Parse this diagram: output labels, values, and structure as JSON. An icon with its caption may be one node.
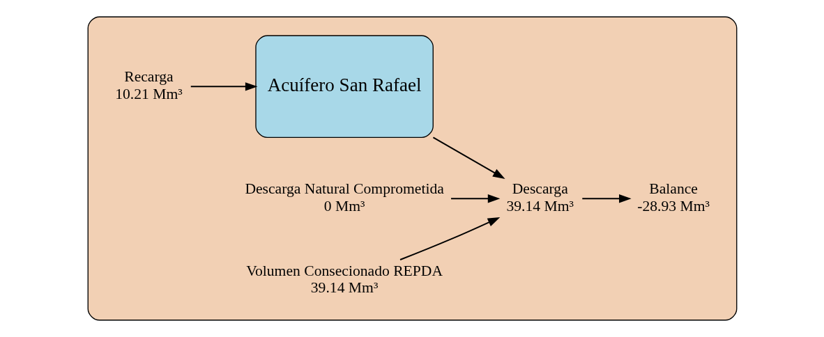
{
  "diagram": {
    "nodes": [
      {
        "text": [],
        "shape": "box"
      },
      {
        "text": [
          "Recarga",
          "10.21 Mm³"
        ],
        "in": 0
      },
      {
        "text": [
          "Acuífero San Rafael"
        ],
        "in": 0
      },
      {
        "text": [
          "Descarga",
          "39.14 Mm³"
        ],
        "in": 0
      },
      {
        "text": [
          "Balance",
          "-28.93 Mm³"
        ],
        "in": 0
      },
      {
        "text": [
          "Descarga Natural Comprometida",
          "0 Mm³"
        ],
        "in": 0
      },
      {
        "text": [
          "Volumen Consecionado REPDA",
          "39.14 Mm³"
        ],
        "in": 0
      }
    ],
    "edges": [
      {
        "from": 1,
        "to": 2,
        "arrow": "to"
      },
      {
        "from": 2,
        "to": 3,
        "arrow": "to"
      },
      {
        "from": 3,
        "to": 4,
        "arrow": "to"
      },
      {
        "from": 5,
        "to": 3,
        "arrow": "to"
      },
      {
        "from": 6,
        "to": 3,
        "arrow": "to"
      }
    ]
  }
}
